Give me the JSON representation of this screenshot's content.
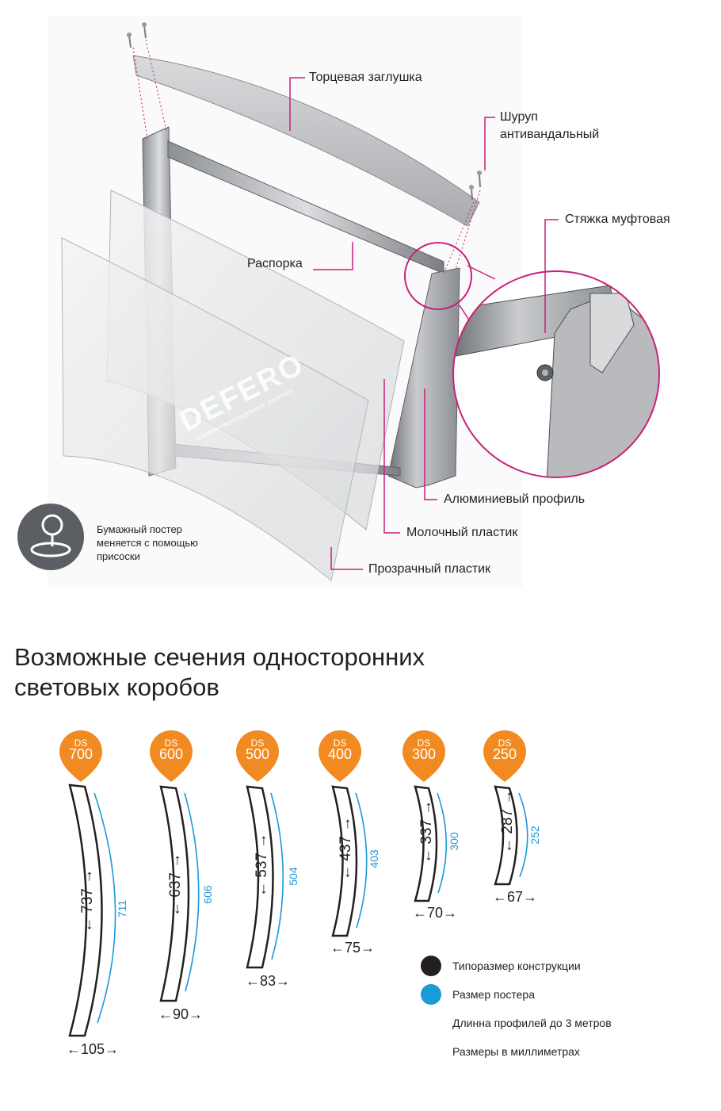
{
  "labels": {
    "end_cap": "Торцевая заглушка",
    "screw_line1": "Шуруп",
    "screw_line2": "антивандальный",
    "coupling": "Стяжка муфтовая",
    "spacer": "Распорка",
    "aluminum_profile": "Алюминиевый профиль",
    "milky_plastic": "Молочный пластик",
    "clear_plastic": "Прозрачный пластик",
    "poster_note_1": "Бумажный постер",
    "poster_note_2": "меняется с помощью",
    "poster_note_3": "присоски"
  },
  "logo": {
    "brand": "DEFERO",
    "tagline": "алюминиевые модульные указатели"
  },
  "section_title_line1": "Возможные сечения односторонних",
  "section_title_line2": "световых коробов",
  "profiles": [
    {
      "ds": "DS",
      "model": "700",
      "height": "737",
      "poster": "711",
      "width": "105"
    },
    {
      "ds": "DS",
      "model": "600",
      "height": "637",
      "poster": "606",
      "width": "90"
    },
    {
      "ds": "DS",
      "model": "500",
      "height": "537",
      "poster": "504",
      "width": "83"
    },
    {
      "ds": "DS",
      "model": "400",
      "height": "437",
      "poster": "403",
      "width": "75"
    },
    {
      "ds": "DS",
      "model": "300",
      "height": "337",
      "poster": "300",
      "width": "70"
    },
    {
      "ds": "DS",
      "model": "250",
      "height": "287",
      "poster": "252",
      "width": "67"
    }
  ],
  "legend": {
    "construction_size": "Типоразмер конструкции",
    "poster_size": "Размер постера",
    "profile_length": "Длинна профилей до 3 метров",
    "units": "Размеры в миллиметрах"
  },
  "colors": {
    "accent_orange": "#f18a21",
    "magenta": "#c8207a",
    "blue": "#1a9ad6",
    "dark": "#231f20"
  }
}
